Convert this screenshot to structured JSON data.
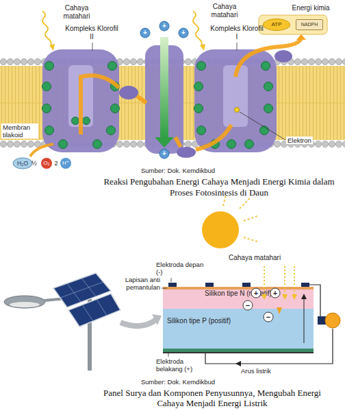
{
  "diagram": {
    "nodes": [
      {
        "text": [
          "ATP"
        ]
      },
      {
        "text": [
          "NADPH"
        ]
      },
      {
        "text": [
          "Silikon tipe N (negatif)"
        ]
      },
      {
        "text": [
          "Silikon tipe P (positif)"
        ]
      }
    ],
    "labels": [
      "Cahaya matahari",
      "Kompleks Klorofil II",
      "Cahaya matahari",
      "Kompleks Klorofil I",
      "Energi kimia",
      "Membran tilakoid",
      "Elektron",
      "H₂O",
      "½",
      "O₂",
      "2",
      "H⁺",
      "+",
      "+",
      "+",
      "+",
      "Sumber: Dok. Kemdikbud",
      "Reaksi Pengubahan Energi Cahaya Menjadi Energi Kimia dalam Proses Fotosintesis di Daun",
      "Cahaya matahari",
      "Elektroda depan (-)",
      "Lapisan anti pemantulan",
      "−",
      "+",
      "+",
      "−",
      "Elektroda belakang (+)",
      "Arus listrik",
      "Sumber: Dok. Kemdikbud",
      "Panel Surya dan Komponen Penyusunnya, Mengubah Energi Cahaya Menjadi Energi Listrik"
    ]
  }
}
